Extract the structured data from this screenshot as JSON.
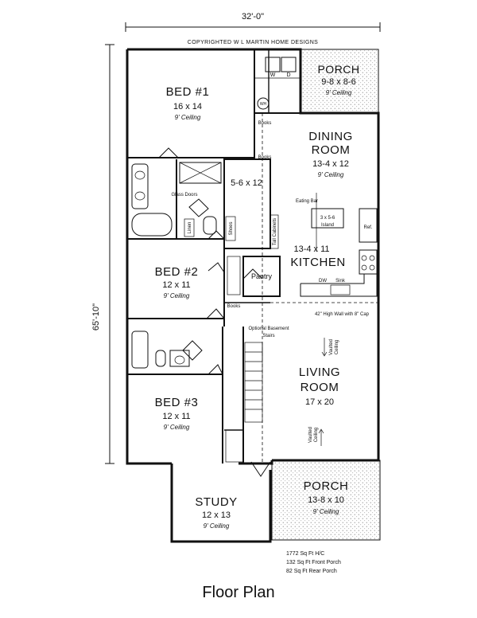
{
  "dimensions": {
    "width": "32'-0\"",
    "height": "65'-10\""
  },
  "copyright": "COPYRIGHTED W L MARTIN HOME DESIGNS",
  "rooms": {
    "bed1": {
      "name": "BED #1",
      "size": "16 x 14",
      "ceiling": "9' Ceiling"
    },
    "porch_rear": {
      "name": "PORCH",
      "size": "9-8 x 8-6",
      "ceiling": "9' Ceiling"
    },
    "dining": {
      "name_line1": "DINING",
      "name_line2": "ROOM",
      "size": "13-4 x 12",
      "ceiling": "9' Ceiling"
    },
    "closet": {
      "size": "5-6 x 12"
    },
    "kitchen": {
      "name": "KITCHEN",
      "size": "13-4 x 11"
    },
    "bed2": {
      "name": "BED #2",
      "size": "12 x 11",
      "ceiling": "9' Ceiling"
    },
    "living": {
      "name_line1": "LIVING",
      "name_line2": "ROOM",
      "size": "17 x 20"
    },
    "bed3": {
      "name": "BED #3",
      "size": "12 x 11",
      "ceiling": "9' Ceiling"
    },
    "study": {
      "name": "STUDY",
      "size": "12 x 13",
      "ceiling": "9' Ceiling"
    },
    "porch_front": {
      "name": "PORCH",
      "size": "13-8 x 10",
      "ceiling": "9' Ceiling"
    }
  },
  "labels": {
    "washer": "W",
    "dryer": "D",
    "wh": "WH",
    "books1": "Books",
    "books2": "Books",
    "books3": "Books",
    "glass_doors": "Glass Doors",
    "linen": "Linen",
    "shoes": "Shoes",
    "tall_cabinets": "Tall Cabinets",
    "eating_bar": "Eating Bar",
    "island_line1": "3 x 5-6",
    "island_line2": "Island",
    "ref": "Ref.",
    "pantry": "Pantry",
    "dw": "DW",
    "sink": "Sink",
    "wall_note": "42\" High Wall with 8\" Cap",
    "basement_line1": "Optional Basement",
    "basement_line2": "Stairs",
    "vaulted1_line1": "Vaulted",
    "vaulted1_line2": "Ceiling",
    "vaulted2_line1": "Vaulted",
    "vaulted2_line2": "Ceiling"
  },
  "area": {
    "line1": "1772 Sq Ft H/C",
    "line2": "132 Sq Ft Front Porch",
    "line3": "82 Sq Ft Rear Porch"
  },
  "title": "Floor Plan"
}
